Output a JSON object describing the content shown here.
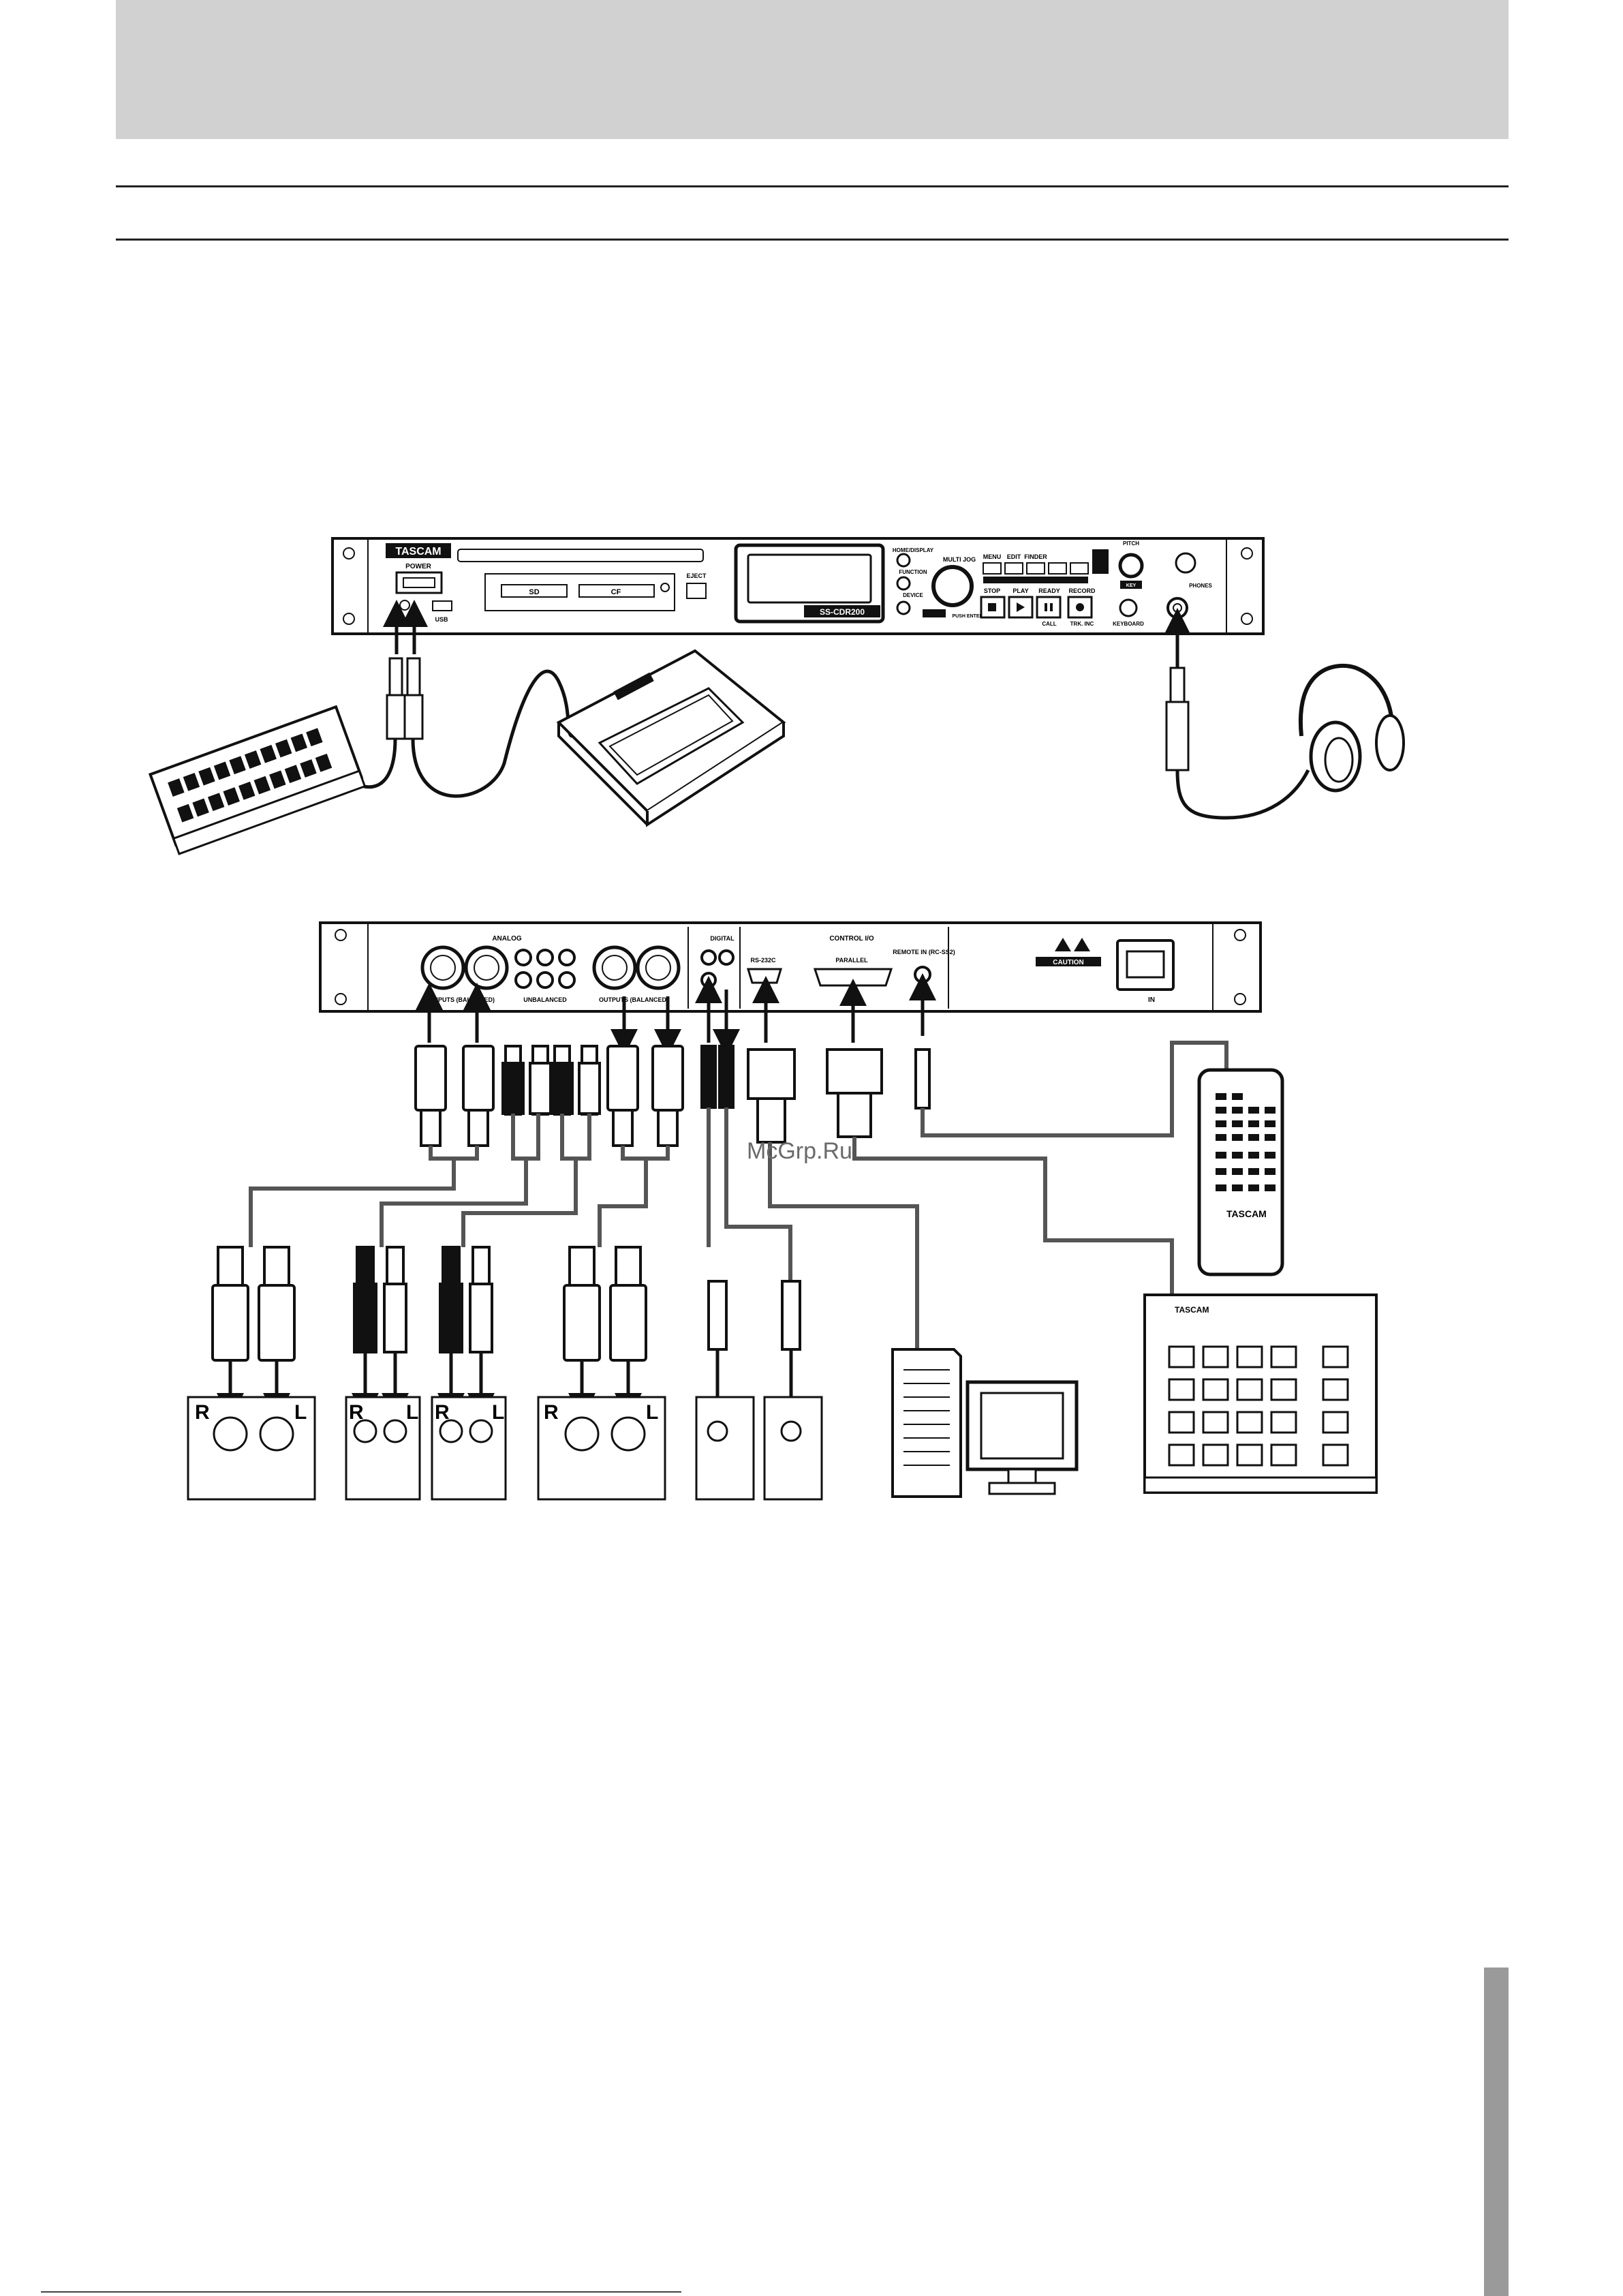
{
  "front_panel": {
    "brand": "TASCAM",
    "model": "SS-CDR200",
    "power_label": "POWER",
    "usb_label": "USB",
    "sd_label": "SD",
    "cf_label": "CF",
    "eject_label": "EJECT",
    "home_display": "HOME/DISPLAY",
    "function_label": "FUNCTION",
    "device_label": "DEVICE",
    "multi_jog": "MULTI JOG",
    "push_enter": "PUSH ENTER",
    "menu_label": "MENU",
    "edit_label": "EDIT",
    "finder_label": "FINDER",
    "stop_label": "STOP",
    "play_label": "PLAY",
    "ready_label": "READY",
    "record_label": "RECORD",
    "call_label": "CALL",
    "trk_inc_label": "TRK. INC",
    "keyboard_label": "KEYBOARD",
    "pitch_label": "PITCH",
    "key_label": "KEY",
    "phones_label": "PHONES",
    "remote_brand": "TASCAM"
  },
  "rear_panel": {
    "analog_label": "ANALOG",
    "inputs_balanced": "INPUTS (BALANCED)",
    "unbalanced_label": "UNBALANCED",
    "outputs_balanced": "OUTPUTS (BALANCED)",
    "digital_label": "DIGITAL",
    "control_io_label": "CONTROL I/O",
    "rs232c_label": "RS-232C",
    "parallel_label": "PARALLEL",
    "remote_in_label": "REMOTE IN (RC-SS2)",
    "caution_label": "CAUTION",
    "in_label": "IN",
    "remote_ctrl_brand": "TASCAM",
    "flash_remote_brand": "TASCAM"
  },
  "endpoints": {
    "right": "R",
    "left": "L"
  },
  "watermark": "McGrp.Ru"
}
